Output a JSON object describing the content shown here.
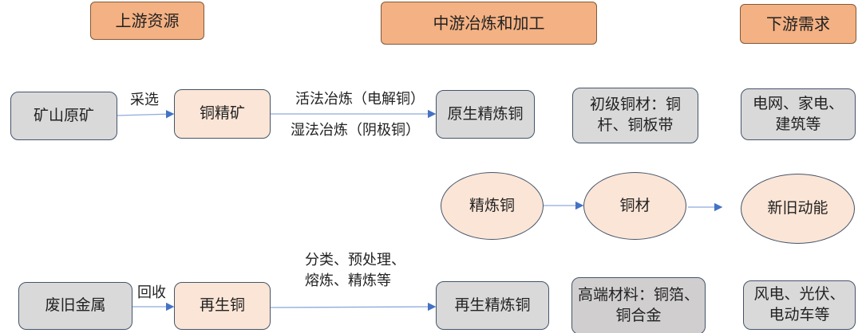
{
  "headers": {
    "upstream": "上游资源",
    "midstream": "中游冶炼和加工",
    "downstream": "下游需求"
  },
  "row1": {
    "ore": "矿山原矿",
    "beneficiation": "采选",
    "concentrate": "铜精矿",
    "pyro": "活法冶炼（电解铜）",
    "hydro": "湿法冶炼（阴极铜）",
    "primary_refined": "原生精炼铜",
    "primary_material": "初级铜材：铜杆、铜板带",
    "demand": "电网、家电、建筑等"
  },
  "row2": {
    "refined": "精炼铜",
    "material": "铜材",
    "energy": "新旧动能"
  },
  "row3": {
    "scrap": "废旧金属",
    "recycle": "回收",
    "recycled_copper": "再生铜",
    "process_line1": "分类、预处理、",
    "process_line2": "熔炼、精炼等",
    "recycled_refined": "再生精炼铜",
    "high_end": "高端材料：铜箔、铜合金",
    "demand": "风电、光伏、电动车等"
  },
  "colors": {
    "header": "#f4b183",
    "gray": "#d9d9d9",
    "peach": "#fbe5d6",
    "arrow": "#4472c4"
  }
}
